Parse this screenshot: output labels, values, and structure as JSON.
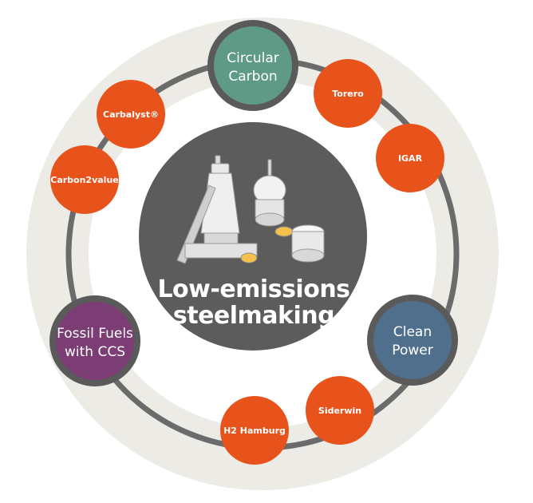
{
  "center": {
    "title_line1": "Low-emissions",
    "title_line2": "steelmaking",
    "illustration": "steel-plant-illustration"
  },
  "pathways": [
    {
      "id": "circular-carbon",
      "line1": "Circular",
      "line2": "Carbon",
      "color": "#5e9a86"
    },
    {
      "id": "clean-power",
      "line1": "Clean",
      "line2": "Power",
      "color": "#4f6f8c"
    },
    {
      "id": "fossil-fuels-ccs",
      "line1": "Fossil Fuels",
      "line2": "with CCS",
      "color": "#7c3c74"
    }
  ],
  "projects": [
    {
      "id": "torero",
      "label": "Torero"
    },
    {
      "id": "igar",
      "label": "IGAR"
    },
    {
      "id": "siderwin",
      "label": "Siderwin"
    },
    {
      "id": "h2-hamburg",
      "label": "H2 Hamburg"
    },
    {
      "id": "carbon2value",
      "label": "Carbon2value"
    },
    {
      "id": "carbalyst",
      "label": "Carbalyst®"
    }
  ],
  "colors": {
    "outer_ring": "#ecebe6",
    "orbit": "#6b6b6b",
    "center": "#5c5c5c",
    "project": "#e8531c",
    "node_border": "#5a5a5a"
  }
}
